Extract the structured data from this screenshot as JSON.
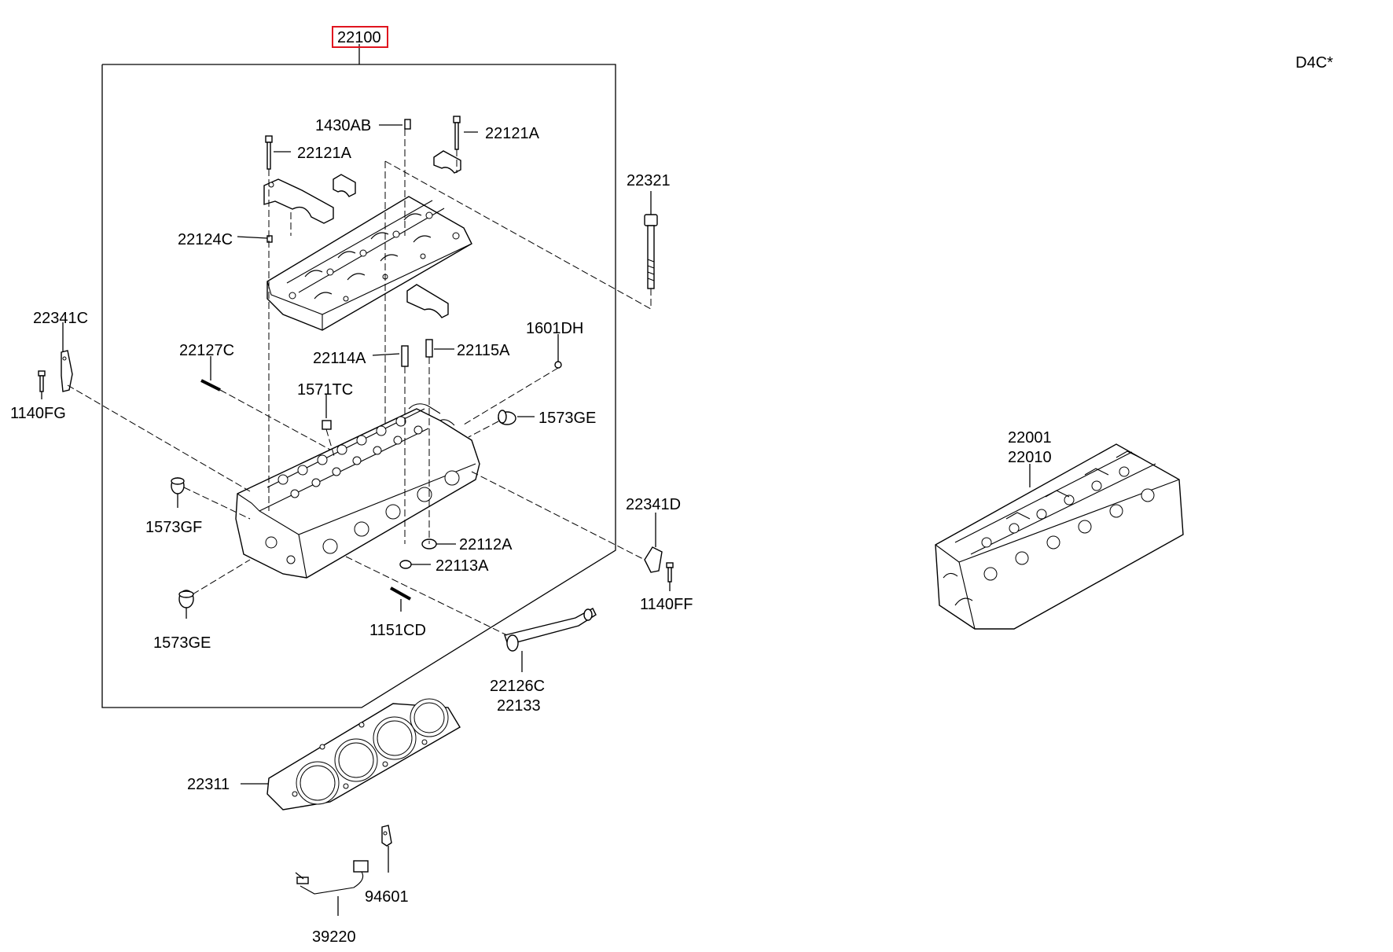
{
  "engine_code": "D4C*",
  "highlighted_part": "22100",
  "parts": {
    "p22100": "22100",
    "p1430AB": "1430AB",
    "p22121A_r": "22121A",
    "p22121A_l": "22121A",
    "p22321": "22321",
    "p22124C": "22124C",
    "p22341C": "22341C",
    "p1140FG": "1140FG",
    "p22127C": "22127C",
    "p22114A": "22114A",
    "p22115A": "22115A",
    "p1601DH": "1601DH",
    "p1571TC": "1571TC",
    "p1573GE_r": "1573GE",
    "p1573GF": "1573GF",
    "p22341D": "22341D",
    "p22112A": "22112A",
    "p22113A": "22113A",
    "p1140FF": "1140FF",
    "p1573GE_l": "1573GE",
    "p1151CD": "1151CD",
    "p22126C": "22126C",
    "p22133": "22133",
    "p22311": "22311",
    "p94601": "94601",
    "p39220": "39220",
    "p22001": "22001",
    "p22010": "22010"
  },
  "colors": {
    "highlight": "#e0141e",
    "line": "#000000"
  }
}
